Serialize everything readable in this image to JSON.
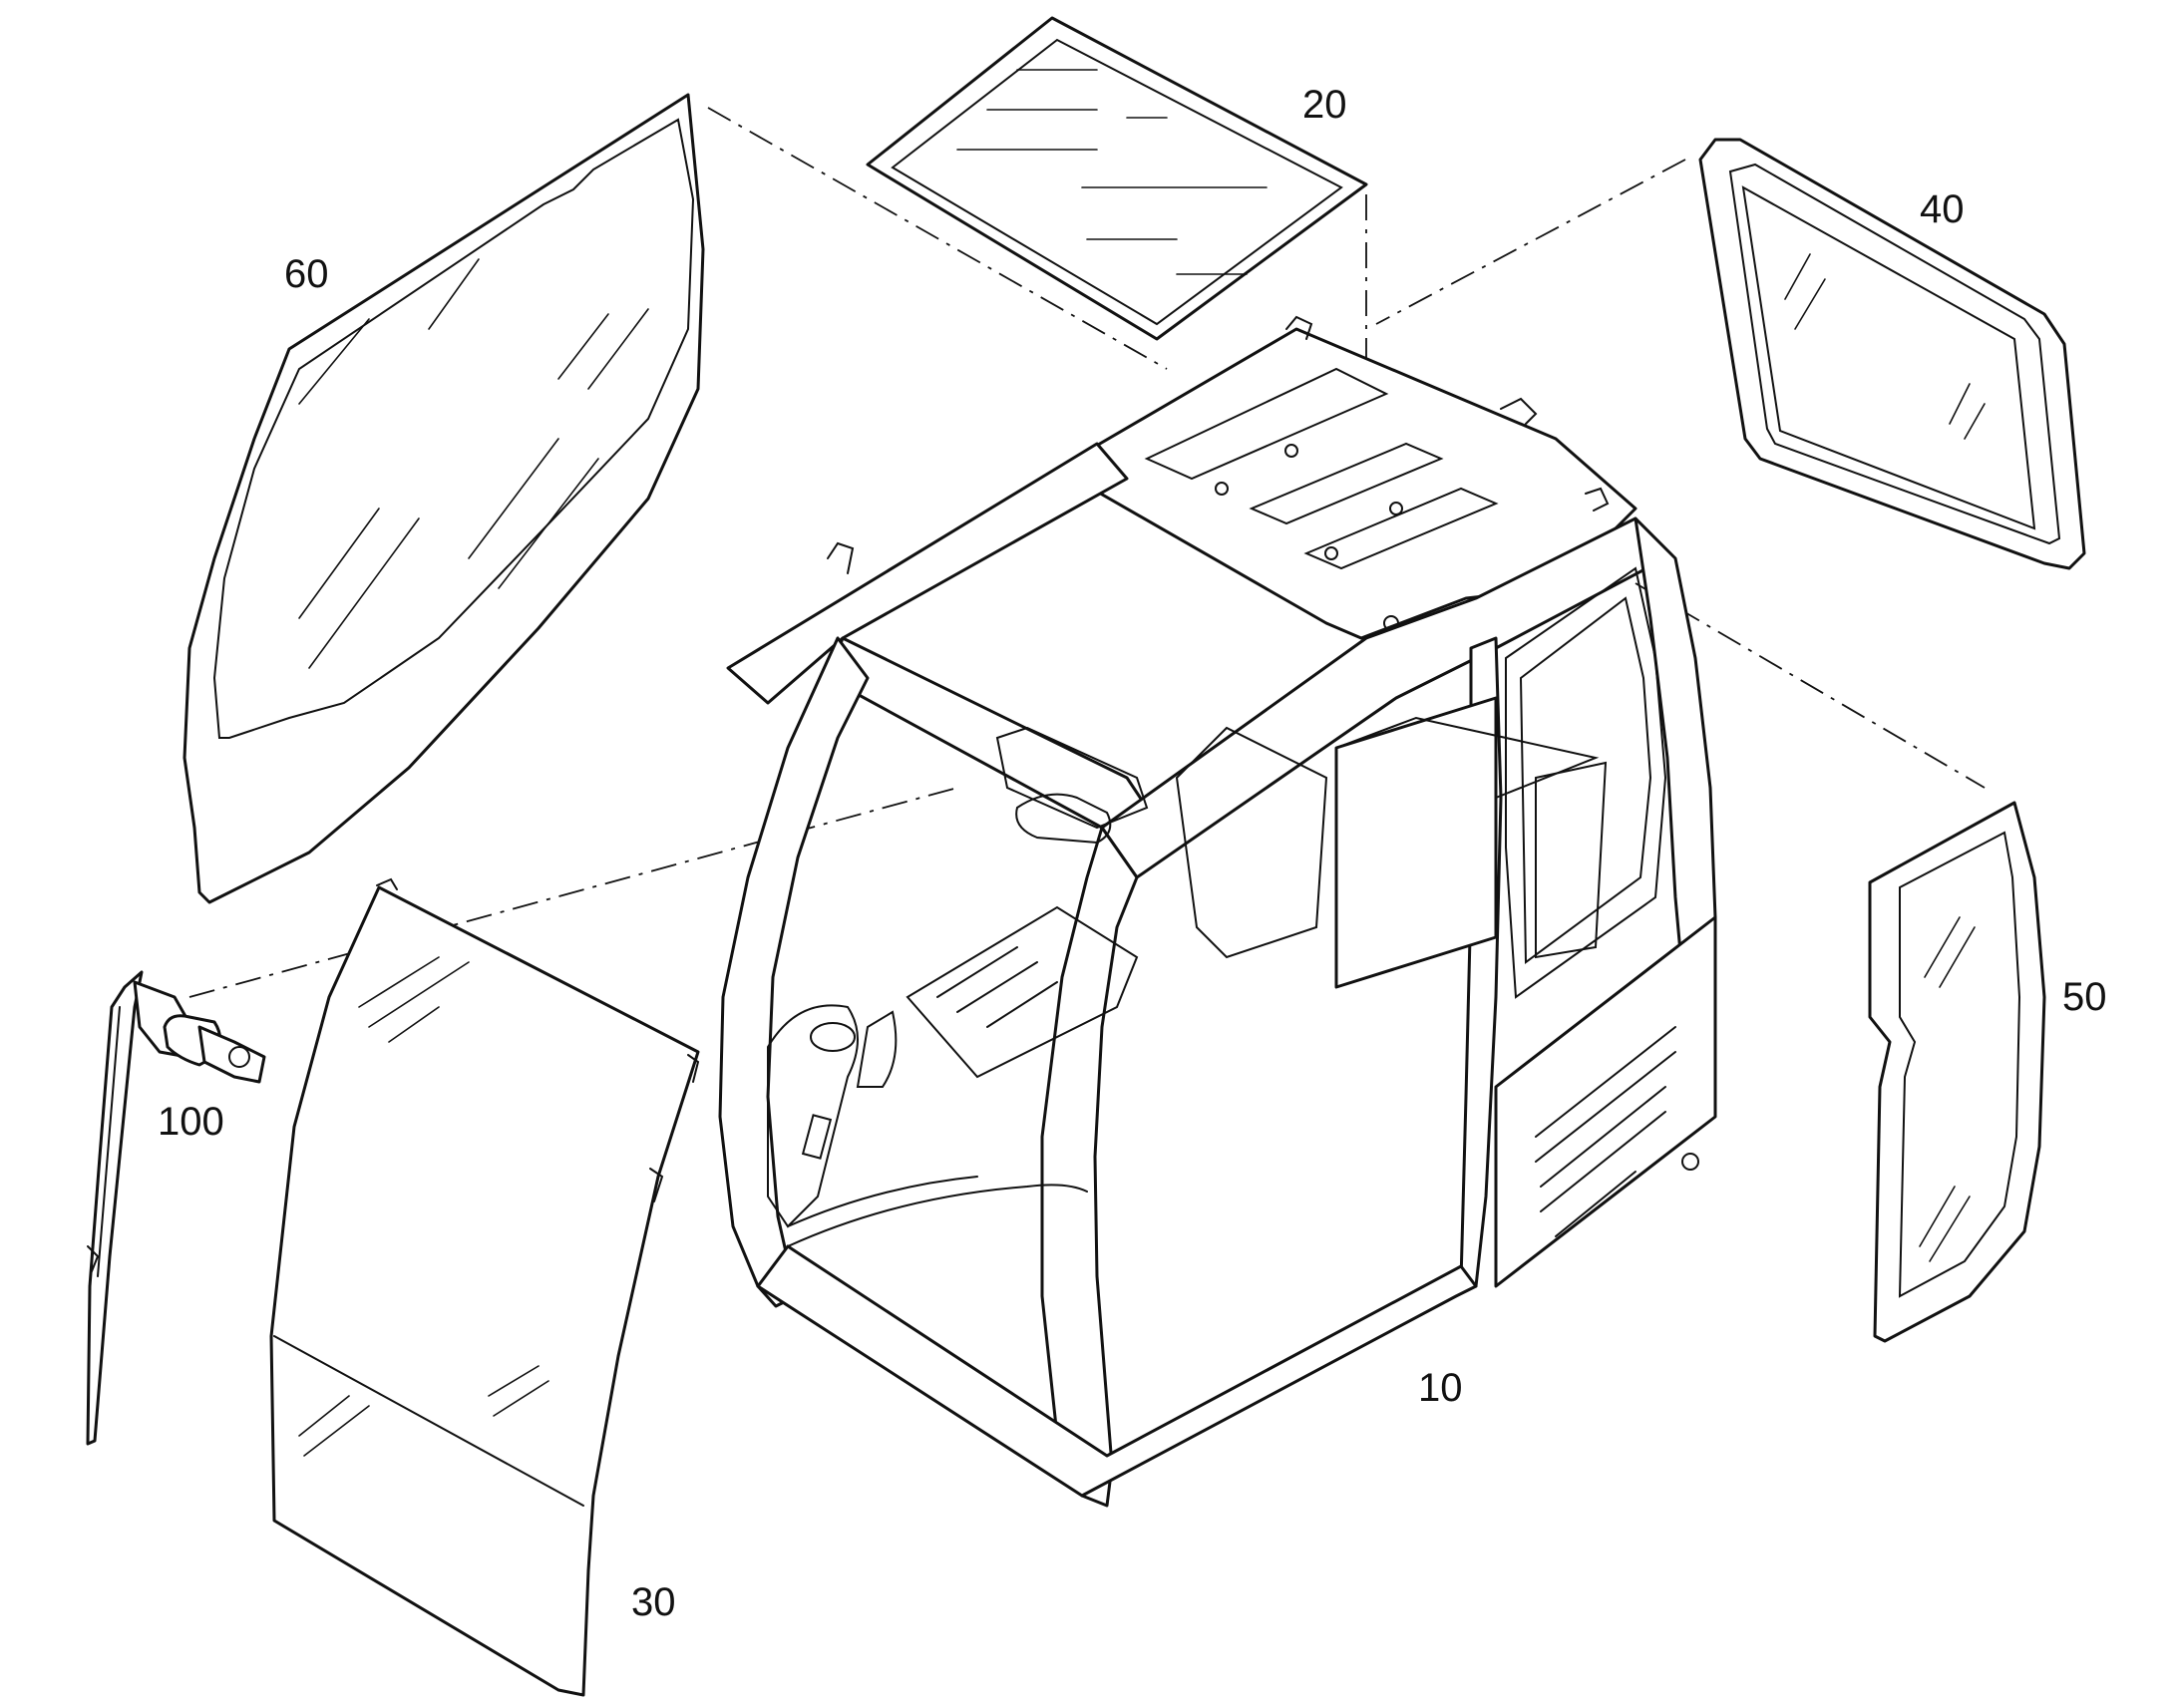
{
  "diagram": {
    "parts": [
      {
        "id": "part-10",
        "label": "10",
        "name": "cab-frame"
      },
      {
        "id": "part-20",
        "label": "20",
        "name": "roof-glass"
      },
      {
        "id": "part-30",
        "label": "30",
        "name": "front-windshield"
      },
      {
        "id": "part-40",
        "label": "40",
        "name": "rear-glass"
      },
      {
        "id": "part-50",
        "label": "50",
        "name": "right-side-glass"
      },
      {
        "id": "part-60",
        "label": "60",
        "name": "left-side-glass"
      },
      {
        "id": "part-100",
        "label": "100",
        "name": "wiper-assembly"
      }
    ]
  }
}
